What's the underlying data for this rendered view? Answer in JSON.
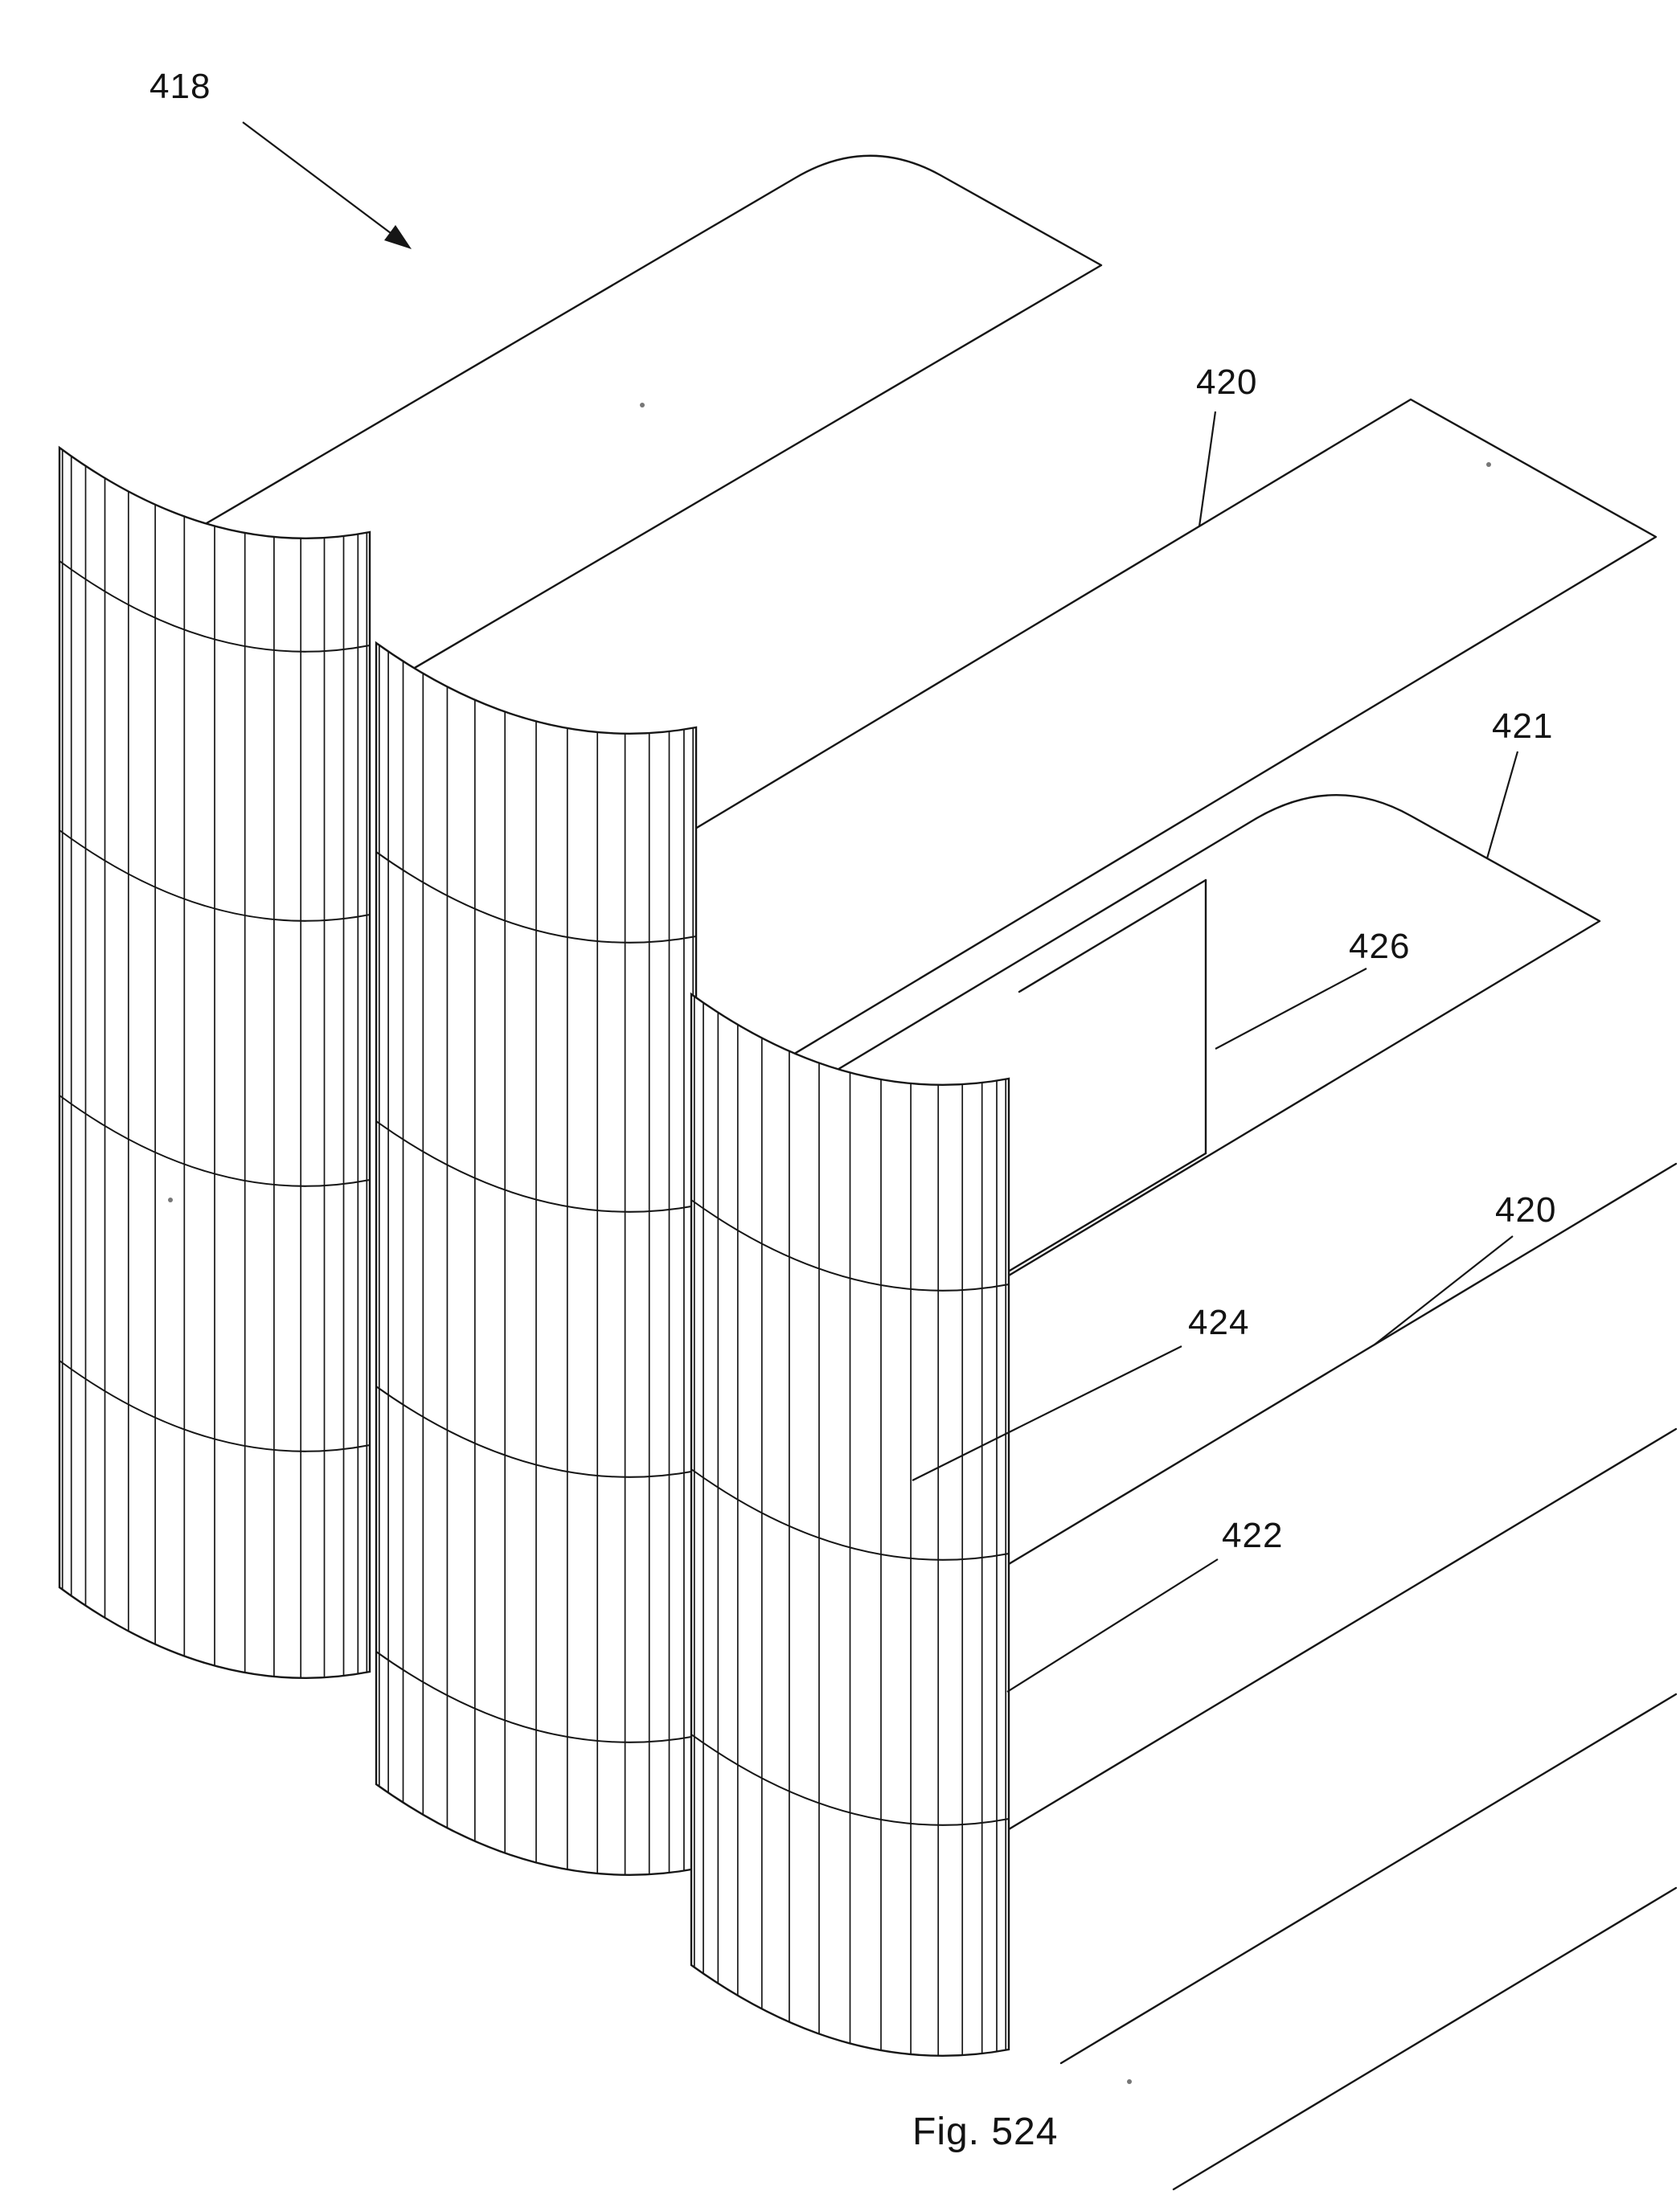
{
  "figure": {
    "caption": "Fig. 524",
    "labels": [
      {
        "id": "418",
        "text": "418"
      },
      {
        "id": "420a",
        "text": "420"
      },
      {
        "id": "421",
        "text": "421"
      },
      {
        "id": "426",
        "text": "426"
      },
      {
        "id": "420b",
        "text": "420"
      },
      {
        "id": "424",
        "text": "424"
      },
      {
        "id": "422",
        "text": "422"
      }
    ],
    "colors": {
      "ink": "#161616",
      "paper": "#ffffff"
    }
  }
}
